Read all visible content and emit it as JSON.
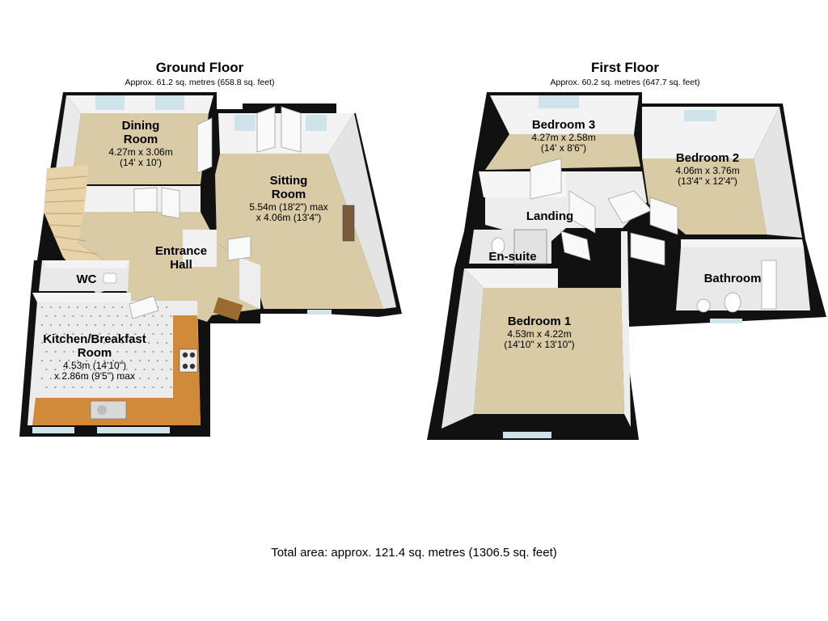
{
  "floors": {
    "ground": {
      "title": "Ground Floor",
      "area": "Approx. 61.2 sq. metres (658.8 sq. feet)"
    },
    "first": {
      "title": "First Floor",
      "area": "Approx. 60.2 sq. metres (647.7 sq. feet)"
    }
  },
  "rooms": {
    "dining": {
      "name1": "Dining",
      "name2": "Room",
      "dim1": "4.27m x 3.06m",
      "dim2": "(14' x 10')"
    },
    "sitting": {
      "name1": "Sitting",
      "name2": "Room",
      "dim1": "5.54m (18'2\") max",
      "dim2": "x 4.06m (13'4\")"
    },
    "entrance": {
      "name1": "Entrance",
      "name2": "Hall"
    },
    "wc": {
      "name": "WC"
    },
    "kitchen": {
      "name1": "Kitchen/Breakfast",
      "name2": "Room",
      "dim1": "4.53m (14'10\")",
      "dim2": "x 2.86m (9'5\") max"
    },
    "bedroom3": {
      "name": "Bedroom 3",
      "dim1": "4.27m x 2.58m",
      "dim2": "(14' x 8'6\")"
    },
    "bedroom2": {
      "name": "Bedroom 2",
      "dim1": "4.06m x 3.76m",
      "dim2": "(13'4\" x 12'4\")"
    },
    "landing": {
      "name": "Landing"
    },
    "ensuite": {
      "name": "En-suite"
    },
    "bathroom": {
      "name": "Bathroom"
    },
    "bedroom1": {
      "name": "Bedroom 1",
      "dim1": "4.53m x 4.22m",
      "dim2": "(14'10\" x 13'10\")"
    }
  },
  "total_area": "Total area: approx. 121.4 sq. metres (1306.5 sq. feet)",
  "colors": {
    "wall": "#111111",
    "inner_wall": "#f2f2f2",
    "carpet": "#d8cba6",
    "tile": "#e9e9e9",
    "worktop": "#d08a3a",
    "window": "#cfe3ea",
    "stairs": "#e8d3a8"
  }
}
